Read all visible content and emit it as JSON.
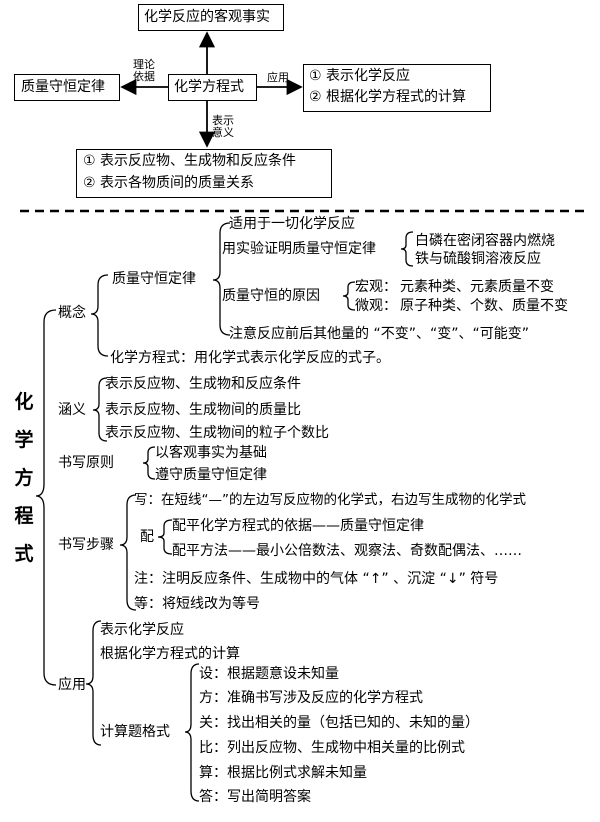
{
  "top": {
    "fact": "化学反应的客观事实",
    "center": "化学方程式",
    "law": "质量守恒定律",
    "label_basis": [
      "理论",
      "依据"
    ],
    "label_apply": "应用",
    "label_meaning": [
      "表示",
      "意义"
    ],
    "apply_items": [
      "① 表示化学反应",
      "② 根据化学方程式的计算"
    ],
    "meaning_items": [
      "① 表示反应物、生成物和反应条件",
      "② 表示各物质间的质量关系"
    ]
  },
  "tree": {
    "root": "化学方程式",
    "concept": {
      "label": "概念",
      "law": "质量守恒定律",
      "law_items": {
        "applies": "适用于一切化学反应",
        "prove": "用实验证明质量守恒定律",
        "prove_items": [
          "白磷在密闭容器内燃烧",
          "铁与硫酸铜溶液反应"
        ],
        "reason": "质量守恒的原因",
        "macro_label": "宏观：",
        "macro": "元素种类、元素质量不变",
        "micro_label": "微观：",
        "micro": "原子种类、个数、质量不变",
        "note": "注意反应前后其他量的 “不变”、“变”、“可能变”"
      },
      "equation_def": "化学方程式：用化学式表示化学反应的式子。"
    },
    "meaning": {
      "label": "涵义",
      "items": [
        "表示反应物、生成物和反应条件",
        "表示反应物、生成物间的质量比",
        "表示反应物、生成物间的粒子个数比"
      ]
    },
    "principle": {
      "label": "书写原则",
      "items": [
        "以客观事实为基础",
        "遵守质量守恒定律"
      ]
    },
    "steps": {
      "label": "书写步骤",
      "write": "写：在短线“—”的左边写反应物的化学式，右边写生成物的化学式",
      "balance_label": "配",
      "balance_items": [
        "配平化学方程式的依据——质量守恒定律",
        "配平方法——最小公倍数法、观察法、奇数配偶法、……"
      ],
      "note": "注：注明反应条件、生成物中的气体 “↑” 、沉淀 “↓” 符号",
      "equal": "等：将短线改为等号"
    },
    "application": {
      "label": "应用",
      "items": [
        "表示化学反应",
        "根据化学方程式的计算"
      ],
      "format_label": "计算题格式",
      "format_items": [
        "设：根据题意设未知量",
        "方：准确书写涉及反应的化学方程式",
        "关：找出相关的量（包括已知的、未知的量）",
        "比：列出反应物、生成物中相关量的比例式",
        "算：根据比例式求解未知量",
        "答：写出简明答案"
      ]
    }
  }
}
